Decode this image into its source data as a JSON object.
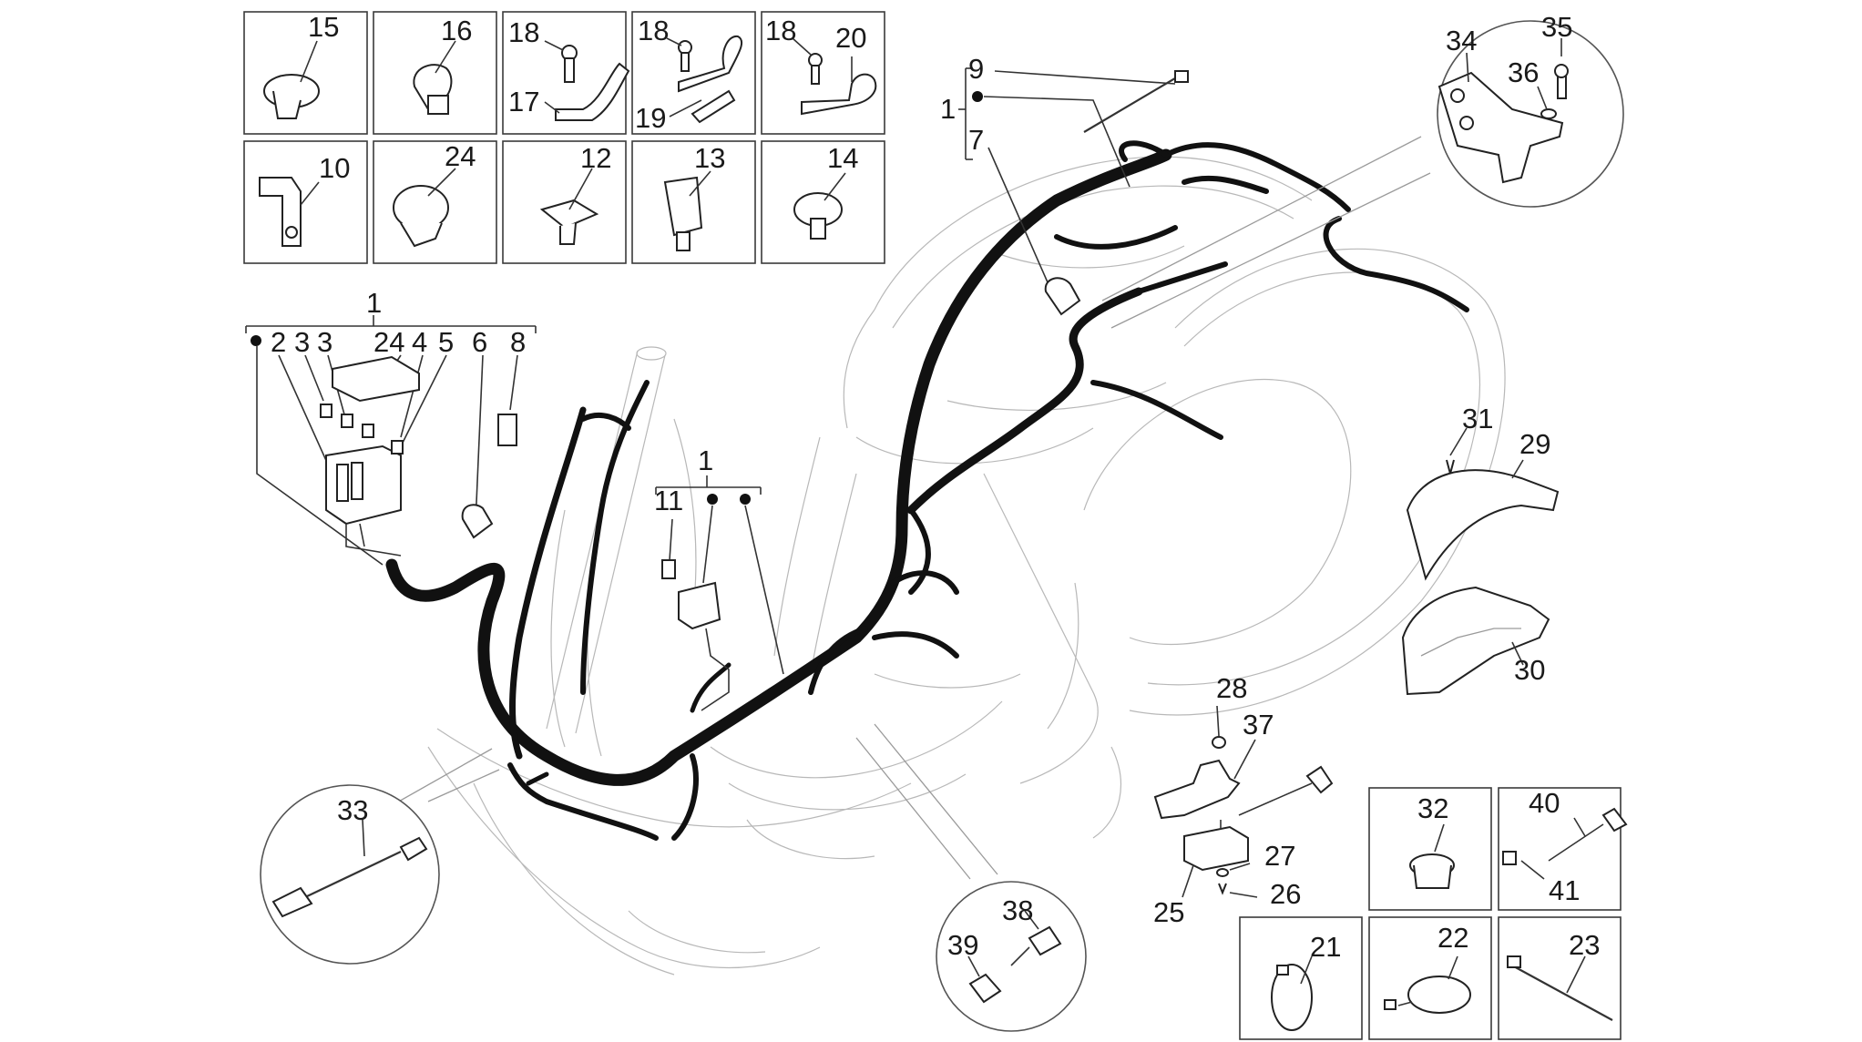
{
  "diagram": {
    "labels": {
      "l1a": "1",
      "l1b": "1",
      "l1c": "1",
      "l2": "2",
      "l3a": "3",
      "l3b": "3",
      "l4": "4",
      "l5": "5",
      "l6": "6",
      "l7": "7",
      "l8": "8",
      "l9": "9",
      "l10": "10",
      "l11": "11",
      "l12": "12",
      "l13": "13",
      "l14": "14",
      "l15": "15",
      "l16": "16",
      "l17": "17",
      "l18a": "18",
      "l18b": "18",
      "l18c": "18",
      "l19": "19",
      "l20": "20",
      "l21": "21",
      "l22": "22",
      "l23": "23",
      "l24a": "24",
      "l24b": "24",
      "l25": "25",
      "l26": "26",
      "l27": "27",
      "l28": "28",
      "l29": "29",
      "l30": "30",
      "l31": "31",
      "l32": "32",
      "l33": "33",
      "l34": "34",
      "l35": "35",
      "l36": "36",
      "l37": "37",
      "l38": "38",
      "l39": "39",
      "l40": "40",
      "l41": "41"
    }
  }
}
